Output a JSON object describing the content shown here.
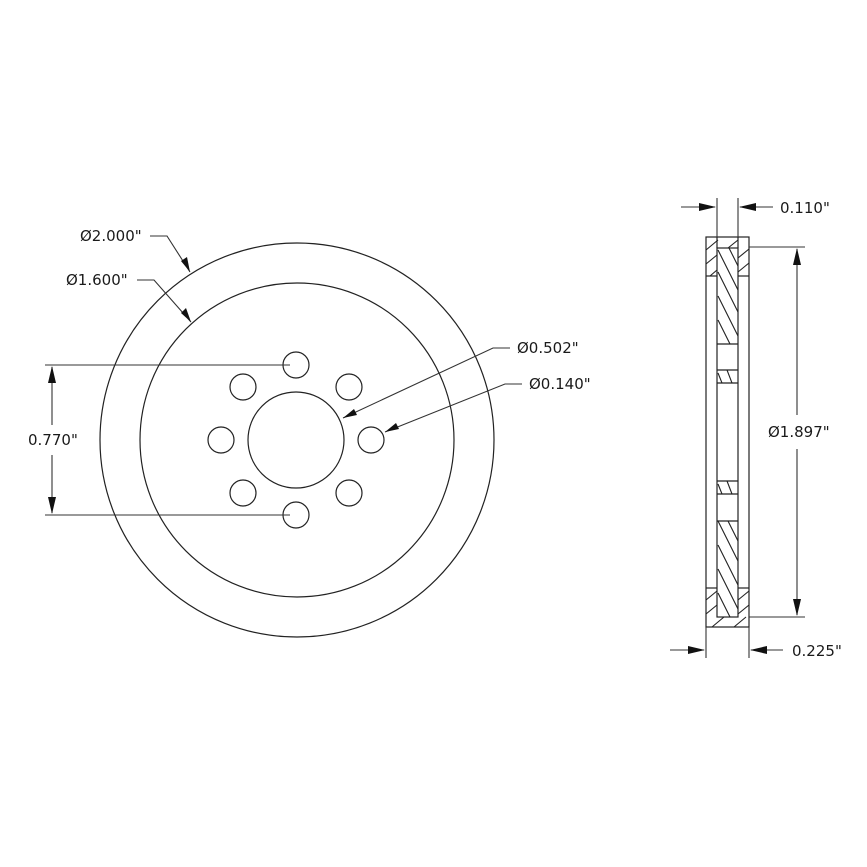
{
  "drawing": {
    "front_view": {
      "outer_diameter_label": "Ø2.000\"",
      "inner_diameter_label": "Ø1.600\"",
      "bore_diameter_label": "Ø0.502\"",
      "bolt_hole_diameter_label": "Ø0.140\"",
      "bolt_spacing_label": "0.770\"",
      "bolt_hole_count": 8
    },
    "section_view": {
      "hub_width_label": "0.110\"",
      "overall_width_label": "0.225\"",
      "rim_inner_diameter_label": "Ø1.897\""
    },
    "colors": {
      "line": "#222222",
      "background": "#ffffff"
    }
  }
}
